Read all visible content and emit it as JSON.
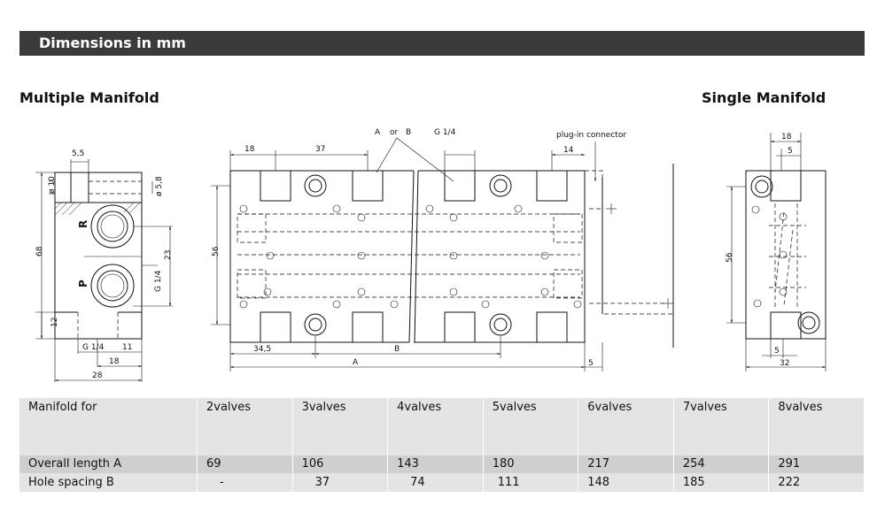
{
  "header": {
    "title": "Dimensions in mm"
  },
  "sections": {
    "multiple": "Multiple Manifold",
    "single": "Single Manifold"
  },
  "drawing_labels": {
    "side": {
      "d_5_5": "5,5",
      "d_10": "ø 10",
      "d_5_8": "ø 5,8",
      "d_68": "68",
      "d_23": "23",
      "d_12": "12",
      "g14_side": "G 1/4",
      "g14_bottom": "G 1/4",
      "d_11": "11",
      "d_18": "18",
      "d_28": "28",
      "port_r": "R",
      "port_p": "P"
    },
    "front": {
      "d_18": "18",
      "d_37": "37",
      "ab_a": "A",
      "ab_or": "or",
      "ab_b": "B",
      "g14": "G 1/4",
      "plug": "plug-in connector",
      "d_14": "14",
      "d_56": "56",
      "d_34_5": "34,5",
      "dim_b": "B",
      "dim_a": "A",
      "d_5": "5"
    },
    "single": {
      "d_18": "18",
      "d_5_top": "5",
      "d_56": "56",
      "d_5_bottom": "5",
      "d_32": "32"
    }
  },
  "table": {
    "header_label": "Manifold for",
    "columns": [
      "2valves",
      "3valves",
      "4valves",
      "5valves",
      "6valves",
      "7valves",
      "8valves"
    ],
    "rows": [
      {
        "label": "Overall length A",
        "values": [
          "69",
          "106",
          "143",
          "180",
          "217",
          "254",
          "291"
        ]
      },
      {
        "label": "Hole spacing B",
        "values": [
          "-",
          "37",
          "74",
          "111",
          "148",
          "185",
          "222"
        ]
      }
    ]
  }
}
